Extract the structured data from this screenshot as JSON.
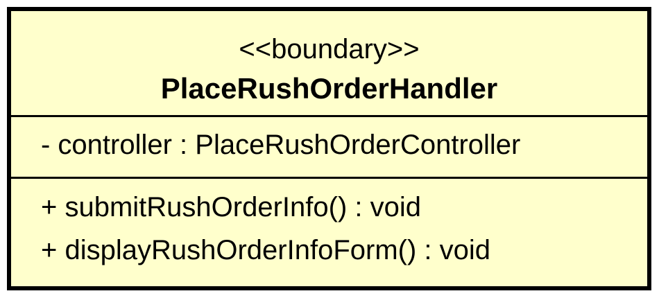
{
  "uml_class": {
    "stereotype": "<<boundary>>",
    "name": "PlaceRushOrderHandler",
    "attributes": [
      "- controller : PlaceRushOrderController"
    ],
    "operations": [
      "+ submitRushOrderInfo() : void",
      "+ displayRushOrderInfoForm() : void"
    ],
    "colors": {
      "fill": "#ffffcc",
      "border": "#000000",
      "text": "#000000"
    }
  }
}
